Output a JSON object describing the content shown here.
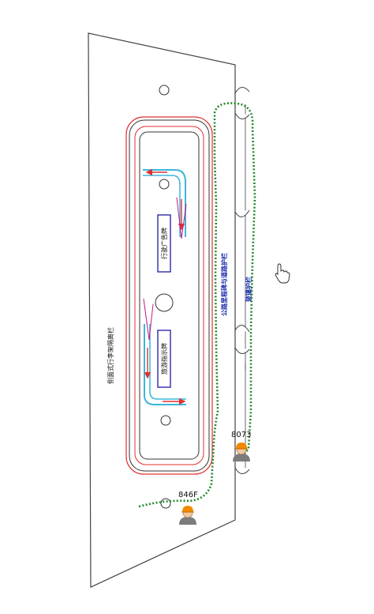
{
  "labels": {
    "platform_edge": "侧面式行李架隔离栏",
    "route_blue": "公路里程碑与道路护栏",
    "outer_wall": "玻璃护栏",
    "box_upper": "行驶广告牌",
    "box_lower": "旅游指示牌"
  },
  "workers": [
    {
      "id": "8073"
    },
    {
      "id": "846F"
    }
  ],
  "colors": {
    "track_red": "#e03030",
    "track_cyan": "#3ab6d8",
    "path_green": "#1e8a2a",
    "box_border": "#2b2ba8",
    "arrow_magenta": "#c2188a"
  }
}
